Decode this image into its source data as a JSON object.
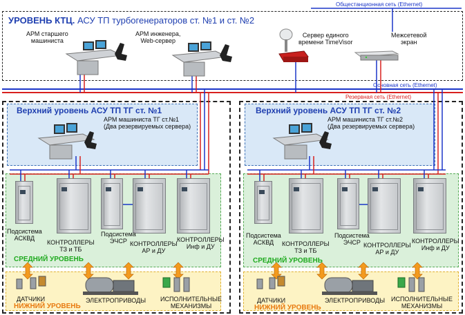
{
  "ktc": {
    "title_bold": "УРОВЕНЬ КТЦ.",
    "title_rest": " АСУ ТП турбогенераторов ст. №1 и ст. №2",
    "arm_senior": "АРМ старшего\nмашиниста",
    "arm_engineer": "АРМ инженера,\nWeb-сервер",
    "time_server": "Сервер единого\nвремени TimeVisor",
    "firewall": "Межсетевой\nэкран"
  },
  "networks": {
    "station": "Общестанционная сеть (Ethernet)",
    "main": "Основная сеть (Ethernet)",
    "reserve": "Резервная сеть (Ethernet)"
  },
  "tg1": {
    "title": "Верхний уровень АСУ ТП ТГ ст. №1",
    "arm": "АРМ машиниста ТГ ст.№1\n(Два резервируемых сервера)",
    "askvd": "Подсистема\nАСКВД",
    "ctrl_tz": "КОНТРОЛЛЕРЫ\nТЗ и ТБ",
    "echsr": "Подсистема\nЭЧСР",
    "ctrl_ar": "КОНТРОЛЛЕРЫ\nАР и ДУ",
    "ctrl_inf": "КОНТРОЛЛЕРЫ\nИнф и ДУ",
    "middle": "СРЕДНИЙ УРОВЕНЬ",
    "sensors": "ДАТЧИКИ",
    "lower": "НИЖНИЙ УРОВЕНЬ",
    "drives": "ЭЛЕКТРОПРИВОДЫ",
    "actuators": "ИСПОЛНИТЕЛЬНЫЕ\nМЕХАНИЗМЫ"
  },
  "tg2": {
    "title": "Верхний уровень АСУ ТП ТГ ст. №2",
    "arm": "АРМ машиниста ТГ ст.№2\n(Два резервируемых сервера)",
    "askvd": "Подсистема\nАСКВД",
    "ctrl_tz": "КОНТРОЛЛЕРЫ\nТЗ и ТБ",
    "echsr": "Подсистема\nЭЧСР",
    "ctrl_ar": "КОНТРОЛЛЕРЫ\nАР и ДУ",
    "ctrl_inf": "КОНТРОЛЛЕРЫ\nИнф и ДУ",
    "middle": "СРЕДНИЙ УРОВЕНЬ",
    "sensors": "ДАТЧИКИ",
    "lower": "НИЖНИЙ УРОВЕНЬ",
    "drives": "ЭЛЕКТРОПРИВОДЫ",
    "actuators": "ИСПОЛНИТЕЛЬНЫЕ\nМЕХАНИЗМЫ"
  },
  "colors": {
    "main_net": "#1a35c8",
    "reserve_net": "#d8201e",
    "title_blue": "#1f3fb0",
    "middle_green": "#1faa1f",
    "lower_orange": "#e87a10"
  }
}
